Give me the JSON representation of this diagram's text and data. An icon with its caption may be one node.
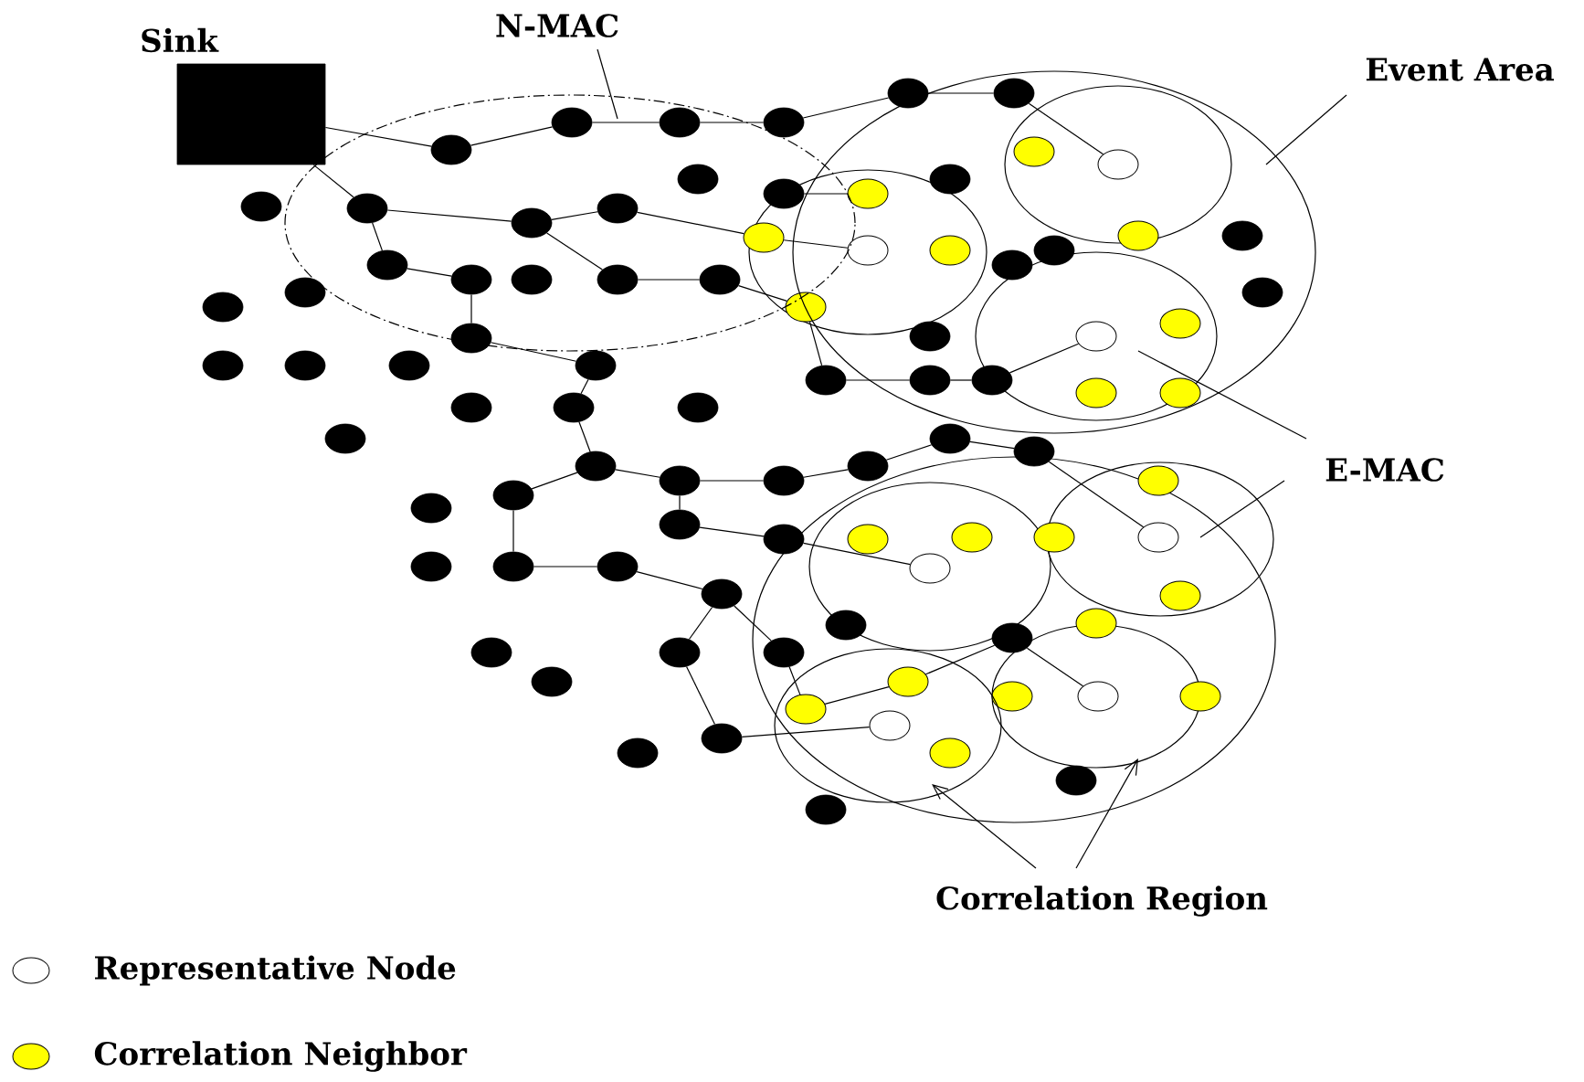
{
  "diagram": {
    "nodes": [
      {
        "text": [
          "Sink"
        ]
      },
      {
        "text": [
          "N-MAC"
        ]
      },
      {
        "text": [],
        "shape": "circle"
      },
      {
        "text": [
          "Event Area"
        ]
      },
      {
        "text": [],
        "shape": "circle"
      },
      {
        "text": [],
        "shape": "circle"
      },
      {
        "text": [],
        "shape": "circle",
        "in": 4
      },
      {
        "text": [],
        "shape": "circle",
        "in": 4
      },
      {
        "text": [
          "E-MAC"
        ]
      },
      {
        "text": [],
        "shape": "circle"
      },
      {
        "text": [],
        "shape": "circle",
        "in": 9
      },
      {
        "text": [],
        "shape": "circle",
        "in": 9
      },
      {
        "text": [],
        "shape": "circle",
        "in": 9
      },
      {
        "text": [],
        "shape": "circle",
        "in": 9
      },
      {
        "text": [
          "Correlation Region"
        ]
      },
      {
        "text": [],
        "shape": "circle",
        "in": 2
      },
      {
        "text": [],
        "shape": "circle",
        "in": 2
      },
      {
        "text": [],
        "shape": "circle",
        "in": 2
      },
      {
        "text": [],
        "shape": "circle"
      },
      {
        "text": [],
        "shape": "circle"
      },
      {
        "text": [],
        "shape": "circle",
        "in": 4
      },
      {
        "text": [],
        "shape": "circle"
      },
      {
        "text": [],
        "shape": "circle",
        "in": 2
      },
      {
        "text": [],
        "shape": "circle",
        "in": 2
      },
      {
        "text": [],
        "shape": "circle",
        "in": 2
      },
      {
        "text": [],
        "shape": "circle",
        "in": 2
      },
      {
        "text": [],
        "shape": "circle",
        "in": 2
      },
      {
        "text": [],
        "shape": "circle",
        "in": 4
      },
      {
        "text": [],
        "shape": "circle",
        "in": 2
      },
      {
        "text": [],
        "shape": "circle",
        "in": 2
      },
      {
        "text": [],
        "shape": "circle",
        "in": 2
      },
      {
        "text": [],
        "shape": "circle",
        "in": 2
      },
      {
        "text": [],
        "shape": "circle",
        "in": 2
      },
      {
        "text": [],
        "shape": "circle"
      },
      {
        "text": [],
        "shape": "circle"
      },
      {
        "text": [],
        "shape": "circle",
        "in": 2
      },
      {
        "text": [],
        "shape": "circle"
      },
      {
        "text": [],
        "shape": "circle"
      },
      {
        "text": [],
        "shape": "circle"
      },
      {
        "text": [],
        "shape": "circle"
      },
      {
        "text": [],
        "shape": "circle"
      },
      {
        "text": [],
        "shape": "circle"
      },
      {
        "text": [],
        "shape": "circle"
      },
      {
        "text": [],
        "shape": "circle"
      },
      {
        "text": [],
        "shape": "circle"
      },
      {
        "text": [],
        "shape": "circle",
        "in": 4
      },
      {
        "text": [],
        "shape": "circle",
        "in": 4
      },
      {
        "text": [],
        "shape": "circle",
        "in": 4
      },
      {
        "text": [],
        "shape": "circle",
        "in": 4
      },
      {
        "text": [],
        "shape": "circle",
        "in": 4
      },
      {
        "text": [],
        "shape": "circle",
        "in": 4
      },
      {
        "text": [],
        "shape": "circle",
        "in": 4
      },
      {
        "text": [],
        "shape": "circle"
      },
      {
        "text": [],
        "shape": "circle"
      },
      {
        "text": [],
        "shape": "circle"
      },
      {
        "text": [],
        "shape": "circle"
      },
      {
        "text": [],
        "shape": "circle"
      },
      {
        "text": [],
        "shape": "circle"
      },
      {
        "text": [],
        "shape": "circle"
      },
      {
        "text": [],
        "shape": "circle"
      },
      {
        "text": [],
        "shape": "circle"
      },
      {
        "text": [],
        "shape": "circle"
      },
      {
        "text": [],
        "shape": "circle"
      },
      {
        "text": [],
        "shape": "circle"
      },
      {
        "text": [],
        "shape": "circle"
      },
      {
        "text": [],
        "shape": "circle"
      },
      {
        "text": [],
        "shape": "circle"
      },
      {
        "text": [],
        "shape": "circle"
      },
      {
        "text": [],
        "shape": "circle",
        "in": 9
      },
      {
        "text": [],
        "shape": "circle"
      },
      {
        "text": [],
        "shape": "circle"
      },
      {
        "text": [],
        "shape": "circle"
      },
      {
        "text": [],
        "shape": "circle"
      },
      {
        "text": [],
        "shape": "circle",
        "in": 9
      },
      {
        "text": [],
        "shape": "circle",
        "in": 9
      },
      {
        "text": [],
        "shape": "circle",
        "in": 10
      },
      {
        "text": [],
        "shape": "circle",
        "in": 5
      },
      {
        "text": [],
        "shape": "circle",
        "in": 2
      },
      {
        "text": [],
        "shape": "circle",
        "in": 5
      },
      {
        "text": [],
        "shape": "circle",
        "in": 5
      },
      {
        "text": [],
        "shape": "circle",
        "in": 6
      },
      {
        "text": [],
        "shape": "circle",
        "in": 4
      },
      {
        "text": [],
        "shape": "circle",
        "in": 7
      },
      {
        "text": [],
        "shape": "circle",
        "in": 7
      },
      {
        "text": [],
        "shape": "circle",
        "in": 7
      },
      {
        "text": [],
        "shape": "circle",
        "in": 10
      },
      {
        "text": [],
        "shape": "circle",
        "in": 10
      },
      {
        "text": [],
        "shape": "circle",
        "in": 9
      },
      {
        "text": [],
        "shape": "circle",
        "in": 11
      },
      {
        "text": [],
        "shape": "circle",
        "in": 11
      },
      {
        "text": [],
        "shape": "circle",
        "in": 9
      },
      {
        "text": [],
        "shape": "circle",
        "in": 12
      },
      {
        "text": [],
        "shape": "circle",
        "in": 9
      },
      {
        "text": [],
        "shape": "circle",
        "in": 13
      },
      {
        "text": [],
        "shape": "circle",
        "in": 13
      },
      {
        "text": [],
        "shape": "circle",
        "in": 13
      },
      {
        "text": [],
        "shape": "circle",
        "in": 5
      },
      {
        "text": [],
        "shape": "circle",
        "in": 6
      },
      {
        "text": [],
        "shape": "circle",
        "in": 7
      },
      {
        "text": [],
        "shape": "circle",
        "in": 10
      },
      {
        "text": [],
        "shape": "circle",
        "in": 11
      },
      {
        "text": [],
        "shape": "circle",
        "in": 12
      },
      {
        "text": [],
        "shape": "circle",
        "in": 13
      }
    ],
    "edges": [
      {
        "from": 1,
        "to": 2,
        "arrow": "none"
      },
      {
        "from": 3,
        "to": 4,
        "arrow": "none"
      },
      {
        "from": 8,
        "to": 7,
        "arrow": "none"
      },
      {
        "from": 8,
        "to": 11,
        "arrow": "none"
      },
      {
        "from": 14,
        "to": 13,
        "arrow": "to"
      },
      {
        "from": 14,
        "to": 12,
        "arrow": "to"
      },
      {
        "from": 0,
        "to": 15,
        "arrow": "none"
      },
      {
        "from": 0,
        "to": 22,
        "arrow": "none"
      },
      {
        "from": 15,
        "to": 16,
        "arrow": "none"
      },
      {
        "from": 16,
        "to": 17,
        "arrow": "none"
      },
      {
        "from": 17,
        "to": 18,
        "arrow": "none"
      },
      {
        "from": 18,
        "to": 19,
        "arrow": "none"
      },
      {
        "from": 19,
        "to": 20,
        "arrow": "none"
      },
      {
        "from": 20,
        "to": 97,
        "arrow": "none"
      },
      {
        "from": 22,
        "to": 23,
        "arrow": "none"
      },
      {
        "from": 23,
        "to": 24,
        "arrow": "none"
      },
      {
        "from": 23,
        "to": 31,
        "arrow": "none"
      },
      {
        "from": 24,
        "to": 77,
        "arrow": "none"
      },
      {
        "from": 77,
        "to": 96,
        "arrow": "none"
      },
      {
        "from": 22,
        "to": 28,
        "arrow": "none"
      },
      {
        "from": 28,
        "to": 29,
        "arrow": "none"
      },
      {
        "from": 29,
        "to": 35,
        "arrow": "none"
      },
      {
        "from": 31,
        "to": 32,
        "arrow": "none"
      },
      {
        "from": 32,
        "to": 79,
        "arrow": "none"
      },
      {
        "from": 79,
        "to": 44,
        "arrow": "none"
      },
      {
        "from": 26,
        "to": 76,
        "arrow": "none"
      },
      {
        "from": 44,
        "to": 45,
        "arrow": "none"
      },
      {
        "from": 45,
        "to": 46,
        "arrow": "none"
      },
      {
        "from": 46,
        "to": 98,
        "arrow": "none"
      },
      {
        "from": 35,
        "to": 39,
        "arrow": "none"
      },
      {
        "from": 39,
        "to": 41,
        "arrow": "none"
      },
      {
        "from": 41,
        "to": 52,
        "arrow": "none"
      },
      {
        "from": 52,
        "to": 53,
        "arrow": "none"
      },
      {
        "from": 52,
        "to": 54,
        "arrow": "none"
      },
      {
        "from": 54,
        "to": 55,
        "arrow": "none"
      },
      {
        "from": 54,
        "to": 63,
        "arrow": "none"
      },
      {
        "from": 63,
        "to": 64,
        "arrow": "none"
      },
      {
        "from": 53,
        "to": 61,
        "arrow": "none"
      },
      {
        "from": 61,
        "to": 62,
        "arrow": "none"
      },
      {
        "from": 62,
        "to": 65,
        "arrow": "none"
      },
      {
        "from": 65,
        "to": 67,
        "arrow": "none"
      },
      {
        "from": 65,
        "to": 68,
        "arrow": "none"
      },
      {
        "from": 67,
        "to": 71,
        "arrow": "none"
      },
      {
        "from": 71,
        "to": 102,
        "arrow": "none"
      },
      {
        "from": 68,
        "to": 94,
        "arrow": "none"
      },
      {
        "from": 55,
        "to": 56,
        "arrow": "none"
      },
      {
        "from": 56,
        "to": 57,
        "arrow": "none"
      },
      {
        "from": 57,
        "to": 58,
        "arrow": "none"
      },
      {
        "from": 58,
        "to": 100,
        "arrow": "none"
      },
      {
        "from": 64,
        "to": 99,
        "arrow": "none"
      },
      {
        "from": 94,
        "to": 93,
        "arrow": "none"
      },
      {
        "from": 93,
        "to": 73,
        "arrow": "none"
      },
      {
        "from": 73,
        "to": 101,
        "arrow": "none"
      }
    ],
    "legend": [
      {
        "text": "Representative Node"
      },
      {
        "text": "Correlation Neighbor",
        "color": "#ffff00"
      }
    ]
  }
}
